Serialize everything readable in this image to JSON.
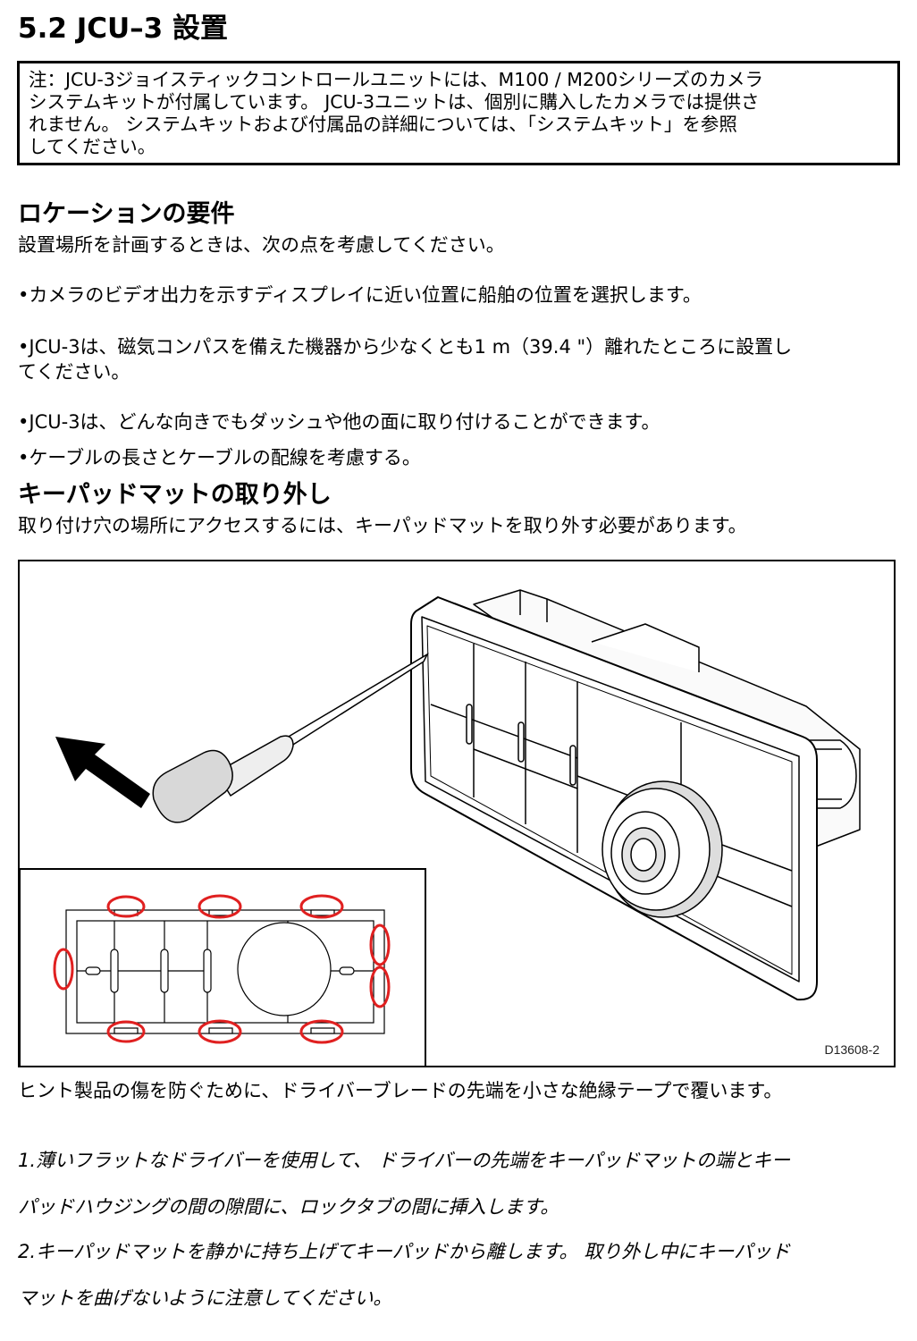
{
  "section_title": "5.2  JCU–3  設置",
  "note": {
    "lines": [
      "注：JCU-3ジョイスティックコントロールユニットには、M100 / M200シリーズのカメラ",
      "システムキットが付属しています。 JCU-3ユニットは、個別に購入したカメラでは提供さ",
      "れません。 システムキットおよび付属品の詳細については、「システムキット」を参照",
      "してください。"
    ]
  },
  "location": {
    "heading": "ロケーションの要件",
    "intro": "設置場所を計画するときは、次の点を考慮してください。",
    "bullets": [
      {
        "lines": [
          "•カメラのビデオ出力を示すディスプレイに近い位置に船舶の位置を選択します。"
        ]
      },
      {
        "lines": [
          "•JCU-3は、磁気コンパスを備えた機器から少なくとも1 m（39.4 \"）離れたところに設置し",
          "てください。"
        ]
      },
      {
        "lines": [
          "•JCU-3は、どんな向きでもダッシュや他の面に取り付けることができます。"
        ]
      },
      {
        "lines": [
          "•ケーブルの長さとケーブルの配線を考慮する。"
        ]
      }
    ]
  },
  "keypad": {
    "heading": "キーパッドマットの取り外し",
    "intro": "取り付け穴の場所にアクセスするには、キーパッドマットを取り外す必要があります。"
  },
  "figure": {
    "code": "D13608-2",
    "highlight_color": "#e02020"
  },
  "hint": "ヒント製品の傷を防ぐために、ドライバーブレードの先端を小さな絶縁テープで覆います。",
  "steps": [
    {
      "lines": [
        "1.薄いフラットなドライバーを使用して、 ドライバーの先端をキーパッドマットの端とキー",
        "パッドハウジングの間の隙間に、ロックタブの間に挿入します。"
      ]
    },
    {
      "lines": [
        "2.キーパッドマットを静かに持ち上げてキーパッドから離します。 取り外し中にキーパッド",
        "マットを曲げないように注意してください。"
      ]
    }
  ]
}
